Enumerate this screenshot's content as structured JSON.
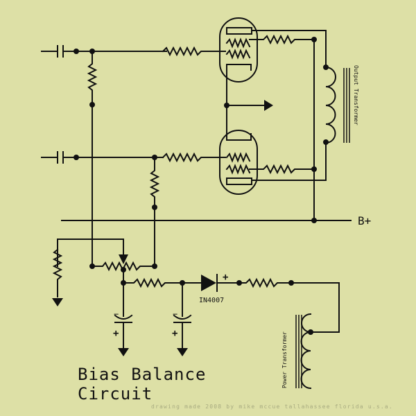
{
  "diagram": {
    "title_line1": "Bias Balance",
    "title_line2": "Circuit",
    "credit": "drawing made 2008 by mike mccue tallahassee florida u.s.a.",
    "labels": {
      "b_plus": "B+",
      "diode": "IN4007",
      "diode_minus": "−",
      "diode_plus": "+",
      "output_transformer": "Output Transformer",
      "power_transformer": "Power Transformer",
      "cap_minus": "−",
      "cap_plus": "+"
    },
    "colors": {
      "background": "#dde0a6",
      "ink": "#111111",
      "credit": "#a8ab80"
    }
  }
}
